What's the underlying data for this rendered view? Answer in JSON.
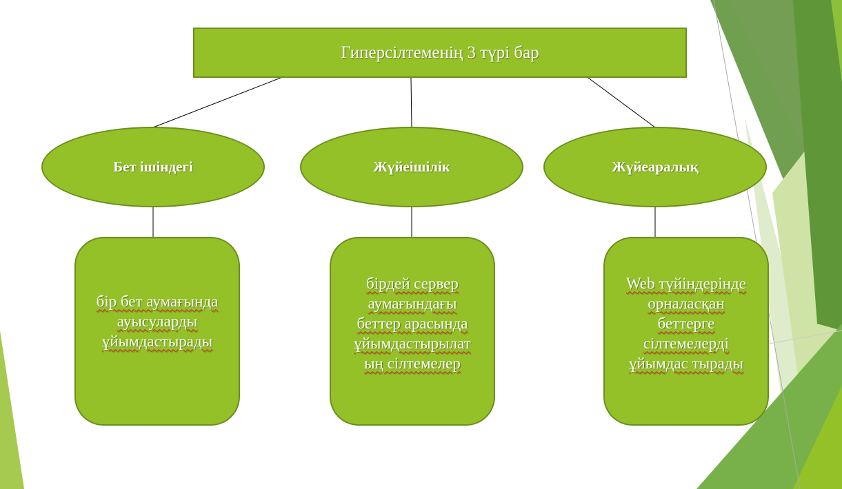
{
  "title": "Гиперсілтеменің 3 түрі бар",
  "categories": [
    {
      "label": "Бет  ішіндегі",
      "description": [
        "бір бет аумағында",
        "ауысуларды",
        "ұйымдастырады"
      ]
    },
    {
      "label": "Жүйеішілік",
      "description": [
        "бірдей сервер",
        "аумағындағы",
        "беттер арасында",
        "ұйымдастырылат",
        "ың сілтемелер"
      ]
    },
    {
      "label": "Жүйеаралық",
      "description": [
        "Web түйіндерінде",
        "орналасқан",
        "беттерге",
        "сілтемелерді",
        "ұйымдас тырады"
      ]
    }
  ],
  "colors": {
    "fill": "#93c127",
    "stroke": "#6a8f1b"
  }
}
